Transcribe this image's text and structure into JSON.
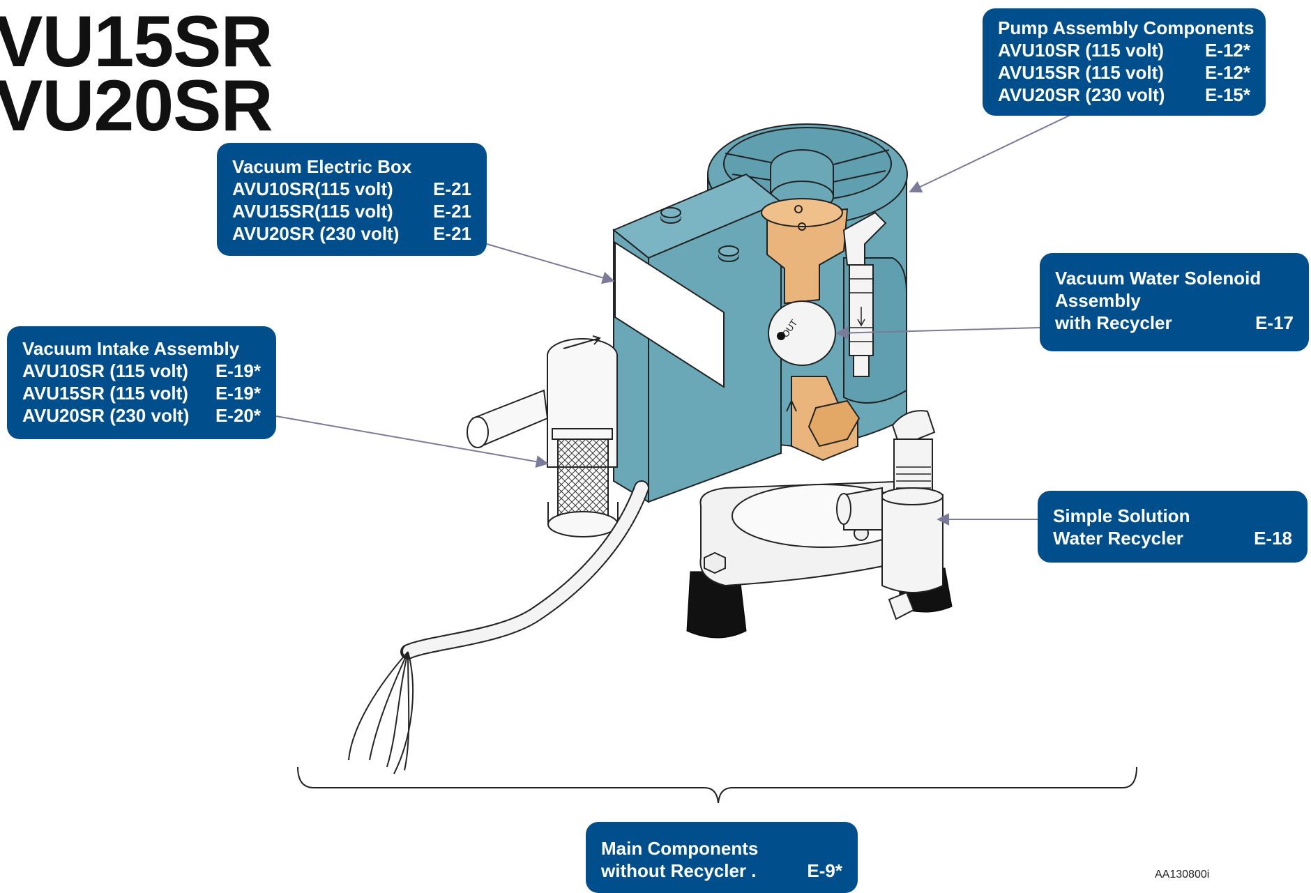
{
  "title": {
    "line1": "VU15SR",
    "line2": "VU20SR"
  },
  "callouts": {
    "pump": {
      "heading": "Pump Assembly Components",
      "rows": [
        {
          "model": "AVU10SR (115 volt)",
          "ref": "E-12*"
        },
        {
          "model": "AVU15SR (115 volt)",
          "ref": "E-12*"
        },
        {
          "model": "AVU20SR (230 volt)",
          "ref": "E-15*"
        }
      ]
    },
    "electric_box": {
      "heading": "Vacuum Electric Box",
      "rows": [
        {
          "model": "AVU10SR(115 volt)",
          "ref": "E-21"
        },
        {
          "model": "AVU15SR(115 volt)",
          "ref": "E-21"
        },
        {
          "model": "AVU20SR (230 volt)",
          "ref": "E-21"
        }
      ]
    },
    "intake": {
      "heading": "Vacuum Intake Assembly",
      "rows": [
        {
          "model": "AVU10SR (115 volt)",
          "ref": "E-19*"
        },
        {
          "model": "AVU15SR (115 volt)",
          "ref": "E-19*"
        },
        {
          "model": "AVU20SR (230 volt)",
          "ref": "E-20*"
        }
      ]
    },
    "solenoid": {
      "heading_line1": "Vacuum Water Solenoid",
      "heading_line2": "Assembly",
      "row_label": "with Recycler",
      "ref": "E-17"
    },
    "recycler": {
      "heading": "Simple Solution",
      "row_label": "Water Recycler",
      "ref": "E-18"
    },
    "main": {
      "heading": "Main Components",
      "row_label": "without Recycler .",
      "ref": "E-9*"
    }
  },
  "part_labels": {
    "out_port": "OUT"
  },
  "figure_code": "AA130800i",
  "colors": {
    "callout_bg": "#004f8c",
    "housing": "#6aa8b8",
    "brass": "#e9b57c",
    "leader": "#7a7a9a"
  }
}
